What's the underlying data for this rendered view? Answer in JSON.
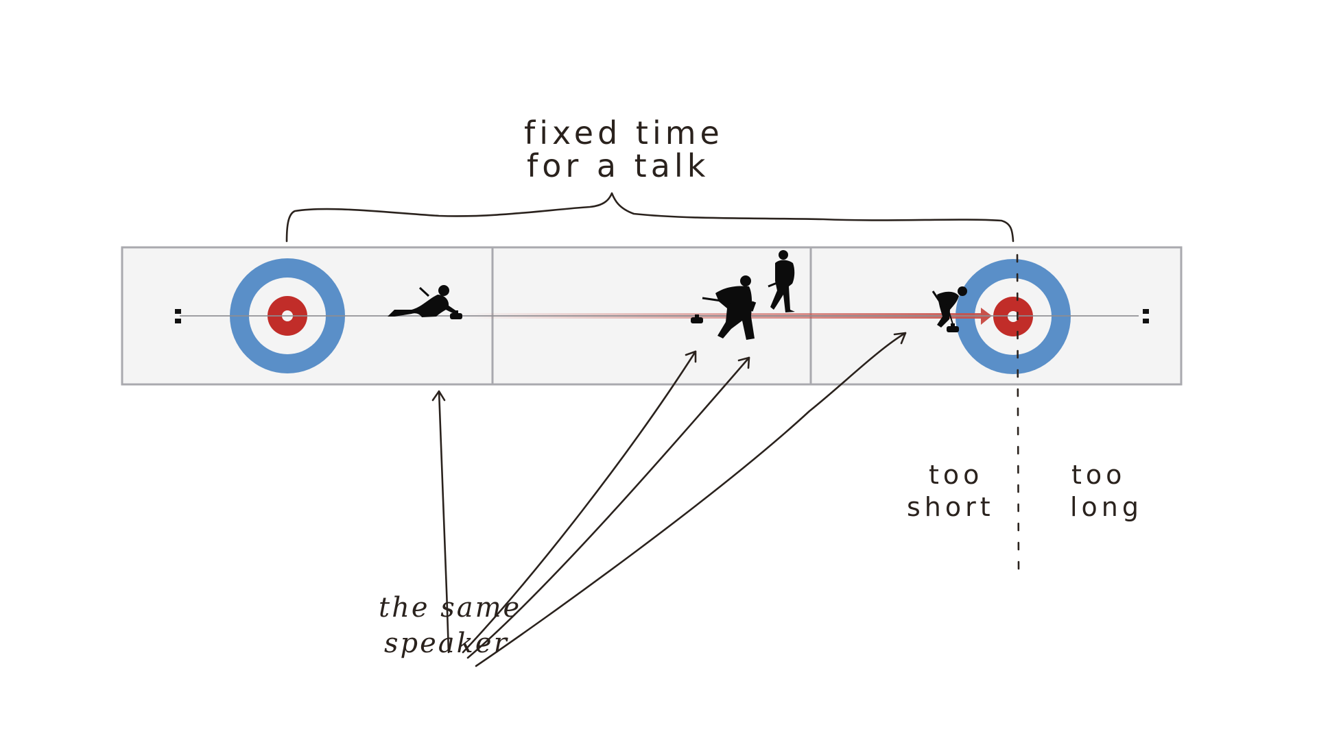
{
  "diagram": {
    "title_line1": "fixed time",
    "title_line2": "for a talk",
    "label_speaker_line1": "the same",
    "label_speaker_line2": "speaker",
    "label_short_line1": "too",
    "label_short_line2": "short",
    "label_long_line1": "too",
    "label_long_line2": "long",
    "sheet_sections": 3,
    "figures": [
      {
        "name": "curler-delivering",
        "role": "delivering the stone"
      },
      {
        "name": "sweeper-with-broom",
        "role": "sweeping"
      },
      {
        "name": "walking-curler",
        "role": "walking"
      },
      {
        "name": "sweeper-at-house",
        "role": "sweeping near house"
      }
    ],
    "arrows_from_label": 4,
    "colors": {
      "ink": "#2a221d",
      "ice": "#f4f4f4",
      "sheet_border": "#a9a9ae",
      "house_blue": "#5a8fc8",
      "house_red": "#c12d29",
      "path_red": "#c9514a",
      "silhouette": "#0c0c0c"
    }
  }
}
